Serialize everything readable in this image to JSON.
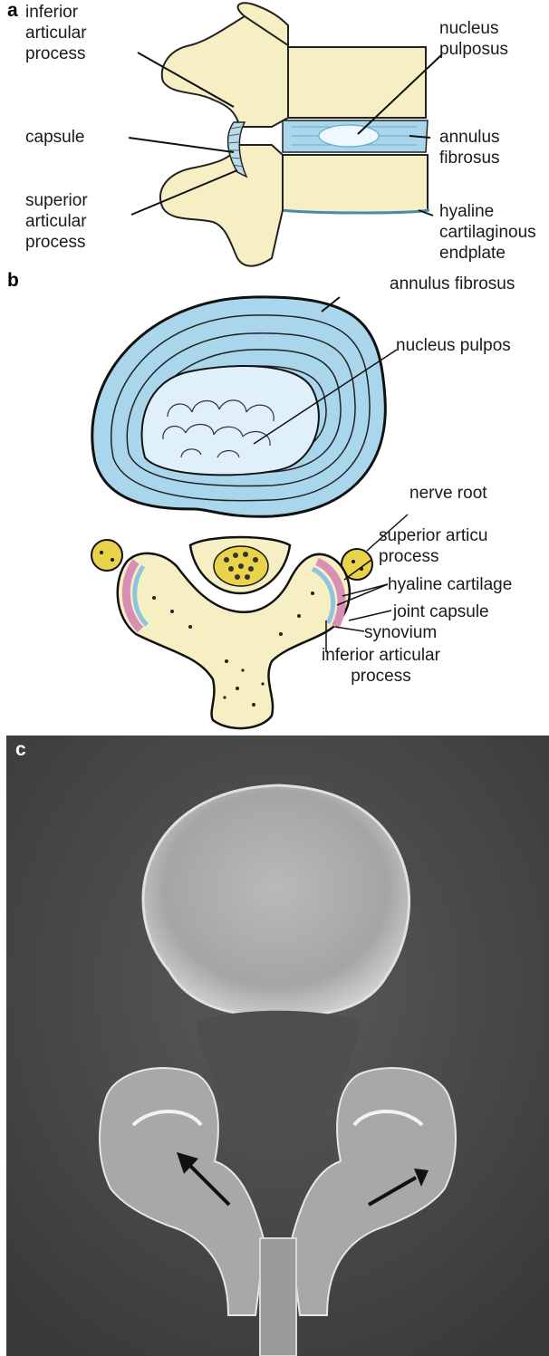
{
  "panels": {
    "a": {
      "label": "a",
      "labels": {
        "inferior_articular_process": "inferior\narticular\nprocess",
        "capsule": "capsule",
        "superior_articular_process": "superior\narticular\nprocess",
        "nucleus_pulposus": "nucleus\npulposus",
        "annulus_fibrosus": "annulus\nfibrosus",
        "hyaline_cartilaginous_endplate": "hyaline\ncartilaginous\nendplate"
      }
    },
    "b": {
      "label": "b",
      "labels": {
        "annulus_fibrosus": "annulus fibrosus",
        "nucleus_pulpos": "nucleus pulpos",
        "nerve_root": "nerve root",
        "superior_articu_process": "superior articu\nprocess",
        "hyaline_cartilage": "hyaline cartilage",
        "joint_capsule": "joint capsule",
        "synovium": "synovium",
        "inferior_articular_process": "inferior articular\nprocess"
      }
    },
    "c": {
      "label": "c"
    }
  },
  "colors": {
    "bone": "#f7efc4",
    "disc_blue": "#a9d6ea",
    "nucleus": "#dff0fa",
    "capsule_pink": "#d98fb5",
    "nerve_yellow": "#e8d34a"
  }
}
